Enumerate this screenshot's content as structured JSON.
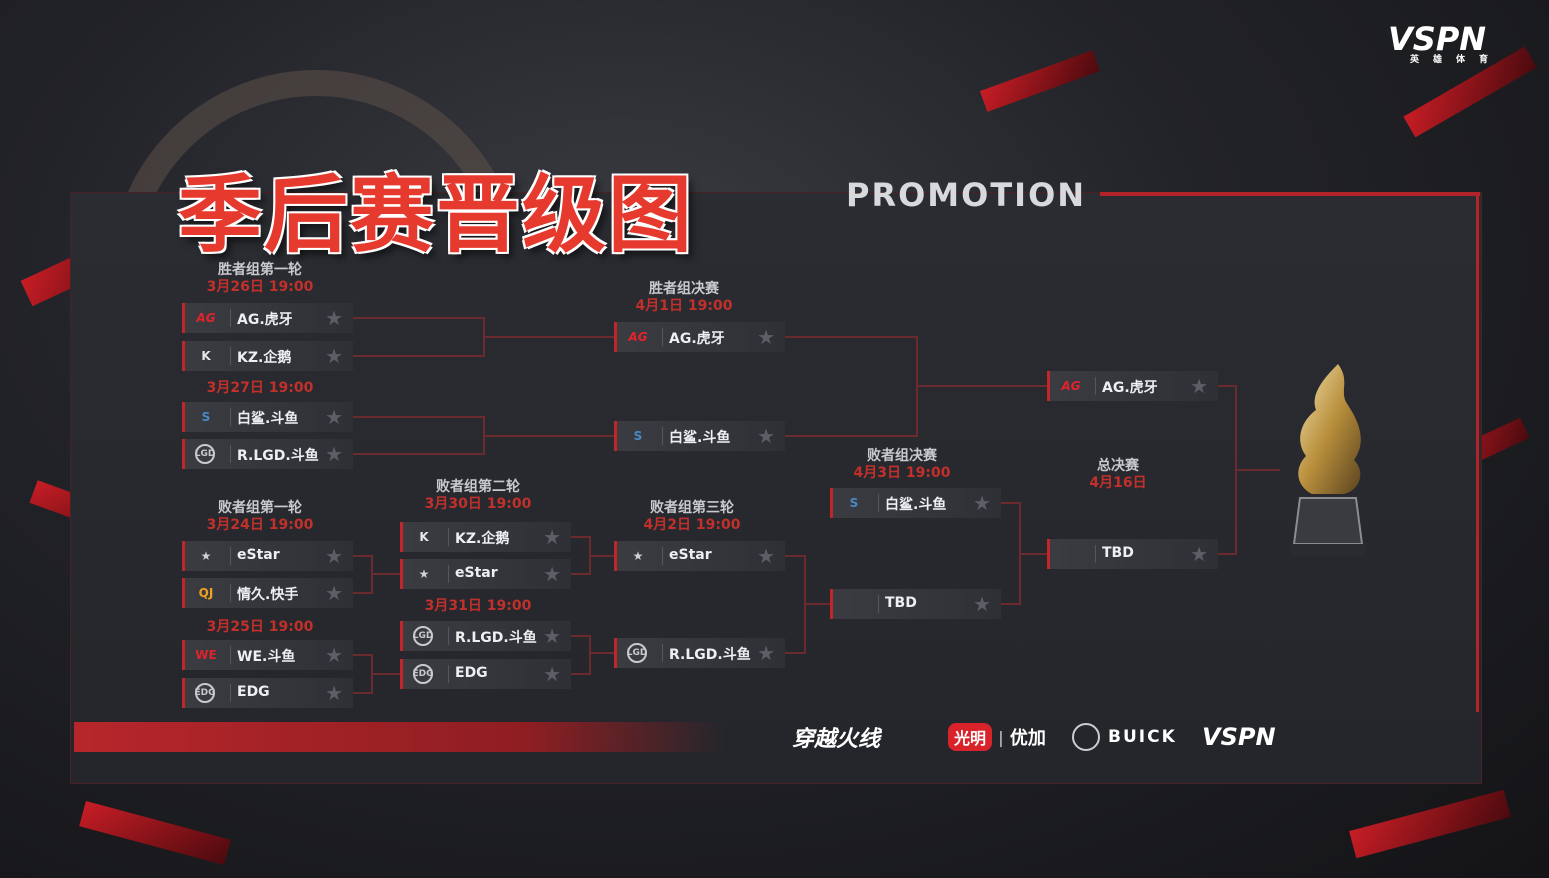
{
  "header": {
    "title": "季后赛晋级图",
    "subtitle": "PROMOTION",
    "brand": "VSPN",
    "brand_sub": "英雄体育"
  },
  "rounds": {
    "wr1": {
      "name": "胜者组第一轮",
      "date1": "3月26日 19:00",
      "date2": "3月27日 19:00"
    },
    "wfinal": {
      "name": "胜者组决赛",
      "date": "4月1日 19:00"
    },
    "lr1": {
      "name": "败者组第一轮",
      "date1": "3月24日 19:00",
      "date2": "3月25日 19:00"
    },
    "lr2": {
      "name": "败者组第二轮",
      "date1": "3月30日 19:00",
      "date2": "3月31日 19:00"
    },
    "lr3": {
      "name": "败者组第三轮",
      "date": "4月2日 19:00"
    },
    "lfinal": {
      "name": "败者组决赛",
      "date": "4月3日 19:00"
    },
    "final": {
      "name": "总决赛",
      "date": "4月16日"
    }
  },
  "teams": {
    "wr1_1": "AG.虎牙",
    "wr1_2": "KZ.企鹅",
    "wr1_3": "白鲨.斗鱼",
    "wr1_4": "R.LGD.斗鱼",
    "wf_1": "AG.虎牙",
    "wf_2": "白鲨.斗鱼",
    "lr1_1": "eStar",
    "lr1_2": "情久.快手",
    "lr1_3": "WE.斗鱼",
    "lr1_4": "EDG",
    "lr2_1": "KZ.企鹅",
    "lr2_2": "eStar",
    "lr2_3": "R.LGD.斗鱼",
    "lr2_4": "EDG",
    "lr3_1": "eStar",
    "lr3_2": "R.LGD.斗鱼",
    "lf_1": "白鲨.斗鱼",
    "lf_2": "TBD",
    "f_1": "AG.虎牙",
    "f_2": "TBD"
  },
  "logos": {
    "ag": "AG",
    "kz": "K",
    "shark": "S",
    "lgd": "LGD",
    "estar": "★",
    "qj": "QJ",
    "we": "WE",
    "edg": "EDG"
  },
  "icons": {
    "star": "★"
  },
  "sponsors": {
    "cf": "穿越火线",
    "guangming": "光明",
    "youjia": "优加",
    "buick": "BUICK",
    "vspn": "VSPN"
  },
  "colors": {
    "accent": "#c2262b",
    "panel": "#2a2c31",
    "text": "#eeeff1"
  }
}
